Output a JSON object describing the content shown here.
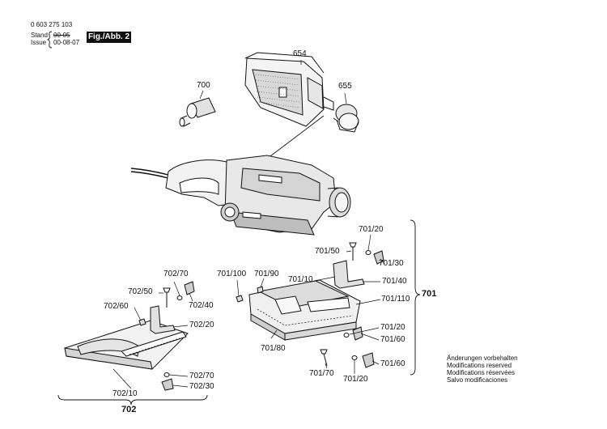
{
  "header": {
    "doc_number": "0 603 275 103",
    "stand_label": "Stand",
    "issue_label": "Issue",
    "stand_value": "00-05",
    "issue_value": "00-08-07",
    "figure": "Fig./Abb. 2"
  },
  "labels": {
    "p654": "654",
    "p655": "655",
    "p700": "700",
    "p701_20a": "701/20",
    "p701_50": "701/50",
    "p701_30": "701/30",
    "p701_10": "701/10",
    "p701_40": "701/40",
    "p701_100": "701/100",
    "p701_90": "701/90",
    "p701_110": "701/110",
    "p701": "701",
    "p701_80": "701/80",
    "p701_20b": "701/20",
    "p701_60a": "701/60",
    "p701_60b": "701/60",
    "p701_70": "701/70",
    "p701_20c": "701/20",
    "p702_70a": "702/70",
    "p702_50": "702/50",
    "p702_40": "702/40",
    "p702_60": "702/60",
    "p702_20": "702/20",
    "p702_70b": "702/70",
    "p702_30": "702/30",
    "p702_10": "702/10",
    "p702": "702"
  },
  "notice": {
    "de": "Änderungen vorbehalten",
    "en": "Modifications reserved",
    "fr": "Modifications réservées",
    "es": "Salvo modificaciones"
  }
}
